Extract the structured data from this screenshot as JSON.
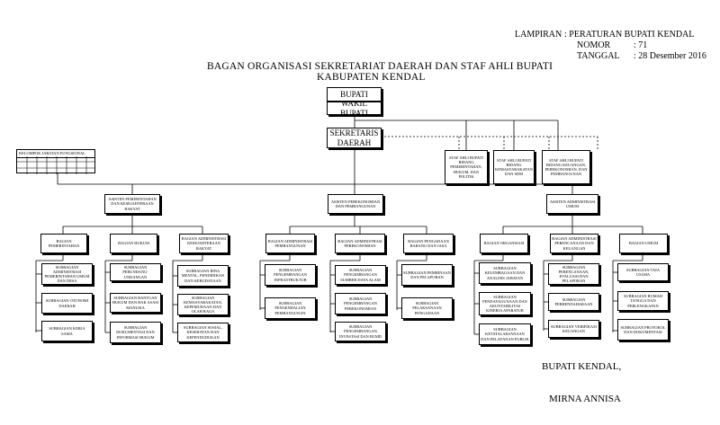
{
  "header": {
    "lampiran_label": "LAMPIRAN",
    "lampiran_value": ": PERATURAN BUPATI KENDAL",
    "nomor_label": "NOMOR",
    "nomor_value": ": 71",
    "tanggal_label": "TANGGAL",
    "tanggal_value": ": 28 Desember 2016"
  },
  "title": {
    "line1": "BAGAN ORGANISASI SEKRETARIAT DAERAH DAN STAF AHLI BUPATI",
    "line2": "KABUPATEN KENDAL"
  },
  "top": {
    "bupati": "BUPATI",
    "wakil": "WAKIL BUPATI",
    "sekda_line1": "SEKRETARIS",
    "sekda_line2": "DAERAH",
    "fungsional": "KELOMPOK JABATAN FUNGSIONAL"
  },
  "staf_ahli": [
    "STAF AHLI BUPATI BIDANG PEMERINTAHAN, HUKUM, DAN POLITIK",
    "STAF AHLI BUPATI BIDANG KEMASYARAKATAN DAN SDM",
    "STAF AHLI BUPATI BIDANG KEUANGAN, PEREKONOMIAN, DAN PEMBANGUNAN"
  ],
  "asisten": [
    {
      "name": "ASISTEN PEMERINTAHAN DAN KESEJAHTERAAN RAKYAT",
      "bagian": [
        {
          "name": "BAGIAN PEMERINTAHAN",
          "sub": [
            "SUBBAGIAN ADMINISTRASI PEMERINTAHAN UMUM DAN DESA",
            "SUBBAGIAN OTONOMI DAERAH",
            "SUBBAGIAN KERJA SAMA"
          ]
        },
        {
          "name": "BAGIAN HUKUM",
          "sub": [
            "SUBBAGIAN PERUNDANG-UNDANGAN",
            "SUBBAGIAN BANTUAN HUKUM DAN HAK ASASI MANUSIA",
            "SUBBAGIAN DOKUMENTASI DAN INFORMASI HUKUM"
          ]
        },
        {
          "name": "BAGIAN ADMINISTRASI KESEJAHTERAAN RAKYAT",
          "sub": [
            "SUBBAGIAN BINA MENTAL, PENDIDIKAN DAN KEBUDAYAAN",
            "SUBBAGIAN KEMASYARAKATAN, KEPEMUDAAN DAN OLAH RAGA",
            "SUBBAGIAN SOSIAL, KESEHATAN DAN KEPENDUDUKAN"
          ]
        }
      ]
    },
    {
      "name": "ASISTEN PEREKONOMIAN DAN PEMBANGUNAN",
      "bagian": [
        {
          "name": "BAGIAN ADMINISTRASI PEMBANGUNAN",
          "sub": [
            "SUBBAGIAN PENGEMBANGAN INFRASTRUKTUR",
            "SUBBAGIAN PENGENDALIAN PEMBANGUNAN"
          ]
        },
        {
          "name": "BAGIAN ADMINISTRASI PEREKONOMIAN",
          "sub": [
            "SUBBAGIAN PENGEMBANGAN SUMBER DAYA ALAM",
            "SUBBAGIAN PENGEMBANGAN PEREKONOMIAN",
            "SUBBAGIAN PENGEMBANGAN INVESTASI DAN BUMD"
          ]
        },
        {
          "name": "BAGIAN PENGADAAN BARANG DAN JASA",
          "sub": [
            "SUBBAGIAN PEMBINAAN DAN PELAPORAN",
            "SUBBAGIAN PELAKSANAAN PENGADAAN"
          ]
        }
      ]
    },
    {
      "name": "ASISTEN ADMINISTRASI UMUM",
      "bagian": [
        {
          "name": "BAGIAN ORGANISASI",
          "sub": [
            "SUBBAGIAN KELEMBAGAAN DAN ANALISIS JABATAN",
            "SUBBAGIAN PENDAYAGUNAAN DAN AKUNTABILITAS KINERJA APARATUR",
            "SUBBAGIAN KETATALAKSANAAN DAN PELAYANAN PUBLIK"
          ]
        },
        {
          "name": "BAGIAN ADMINISTRASI PERENCANAAN DAN KEUANGAN",
          "sub": [
            "SUBBAGIAN PERENCANAAN, EVALUASI DAN PELAPORAN",
            "SUBBAGIAN PERBENDAHARAAN",
            "SUBBAGIAN VERIFIKASI KEUANGAN"
          ]
        },
        {
          "name": "BAGIAN UMUM",
          "sub": [
            "SUBBAGIAN TATA USAHA",
            "SUBBAGIAN RUMAH TANGGA DAN PERLENGKAPAN",
            "SUBBAGIAN PROTOKOL DAN DOKUMENTASI"
          ]
        }
      ]
    }
  ],
  "signature": {
    "title": "BUPATI KENDAL,",
    "name": "MIRNA ANNISA"
  }
}
